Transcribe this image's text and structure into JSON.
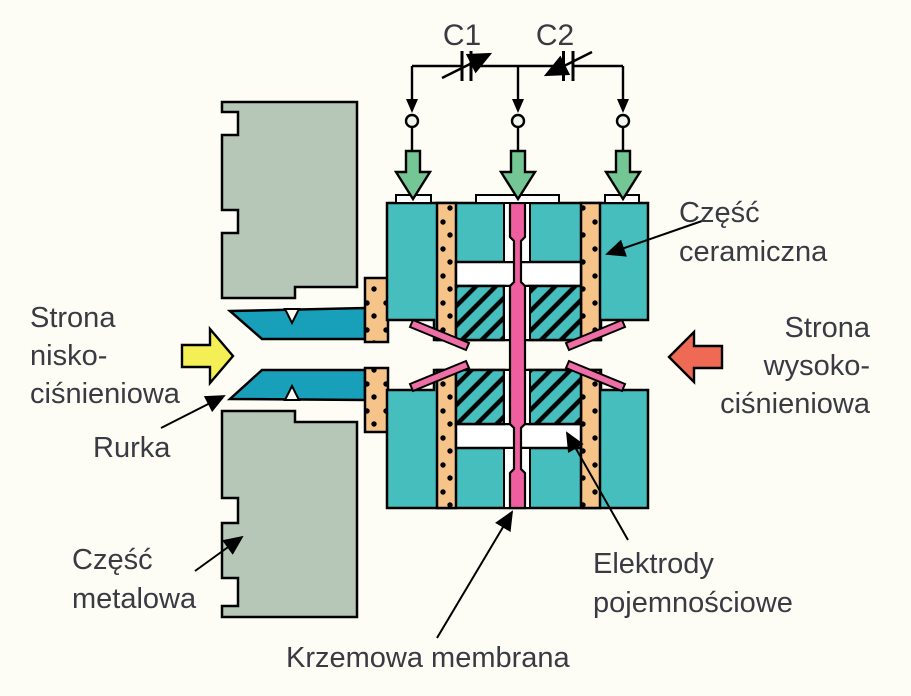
{
  "circuit": {
    "capacitor1_label": "C1",
    "capacitor2_label": "C2"
  },
  "labels": {
    "low_pressure_side": [
      "Strona",
      "nisko-",
      "ciśnieniowa"
    ],
    "tube": "Rurka",
    "metal_part": [
      "Część",
      "metalowa"
    ],
    "silicon_membrane": "Krzemowa membrana",
    "capacitive_electrodes": [
      "Elektrody",
      "pojemnościowe"
    ],
    "ceramic_part": [
      "Część",
      "ceramiczna"
    ],
    "high_pressure_side": [
      "Strona",
      "wysoko-",
      "ciśnieniowa"
    ]
  },
  "colors": {
    "background": "#fdfdf6",
    "metal_part": "#b7c7b7",
    "housing": "#46bebe",
    "ceramic": "#f6c488",
    "tube": "#189fba",
    "membrane": "#ef5f9f",
    "electrode": "#ee6fa5",
    "supply_arrow": "#74c695",
    "low_pressure_arrow": "#f4ef55",
    "high_pressure_arrow": "#ee6a55",
    "text": "#3a3a42",
    "outline": "#000000"
  }
}
